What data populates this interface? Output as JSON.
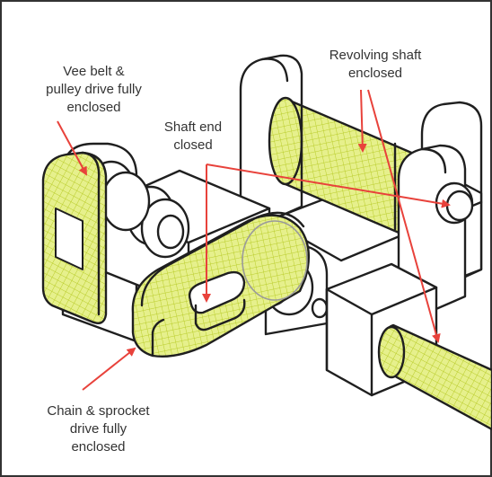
{
  "labels": {
    "vee_belt": {
      "line1": "Vee belt &",
      "line2": "pulley drive fully",
      "line3": "enclosed"
    },
    "revolving_shaft": {
      "line1": "Revolving shaft",
      "line2": "enclosed"
    },
    "shaft_end": {
      "line1": "Shaft end",
      "line2": "closed"
    },
    "chain_sprocket": {
      "line1": "Chain & sprocket",
      "line2": "drive fully",
      "line3": "enclosed"
    }
  },
  "colors": {
    "guard_mesh": "#e6f08c",
    "mesh_line": "#b9cc2a",
    "outline": "#1f1f1f",
    "arrow": "#e8423b",
    "text": "#333333",
    "border": "#333333"
  }
}
